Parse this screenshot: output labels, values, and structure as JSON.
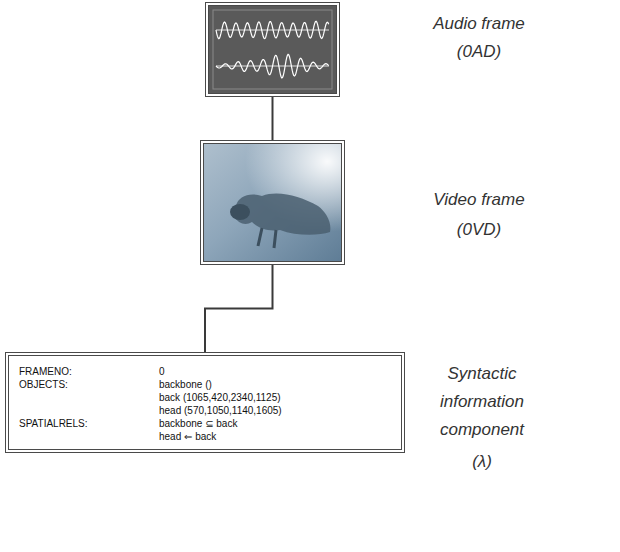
{
  "diagram": {
    "nodes": [
      {
        "text": [
          "Audio frame",
          "(0AD)"
        ]
      },
      {
        "text": [
          "Video frame",
          "(0VD)"
        ]
      },
      {
        "text": [
          "Syntactic information component",
          "(λ)",
          "FRAMENO:",
          "0",
          "OBJECTS:",
          "backbone ()",
          "back (1065,420,2340,1125)",
          "head (570,1050,1140,1605)",
          "SPATIALRELS:",
          "backbone ⊆ back",
          "head ⇐ back"
        ]
      }
    ],
    "edges": [
      {
        "from": 0,
        "to": 1,
        "arrow": "none"
      },
      {
        "from": 1,
        "to": 2,
        "arrow": "none"
      }
    ]
  }
}
